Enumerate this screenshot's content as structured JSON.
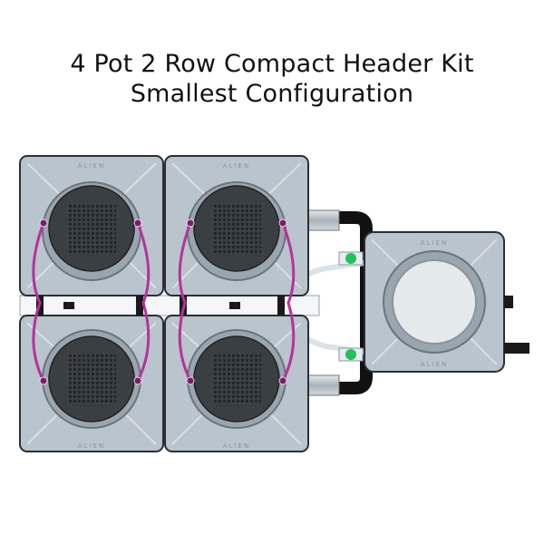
{
  "header": {
    "title_line1": "4 Pot 2 Row Compact Header Kit",
    "title_line2": "Smallest Configuration"
  },
  "pots": {
    "brand_text": "ALIEN",
    "count": 4,
    "reservoir_count": 1
  },
  "colors": {
    "pot_body": "#b9c4cc",
    "pot_outline": "#2b2f33",
    "lid": "#3a3f44",
    "tube": "#b5329e",
    "pipe": "#111111",
    "valve": "#22c15a"
  },
  "icons": [
    "pot-lid-icon",
    "valve-icon",
    "connector-icon"
  ]
}
